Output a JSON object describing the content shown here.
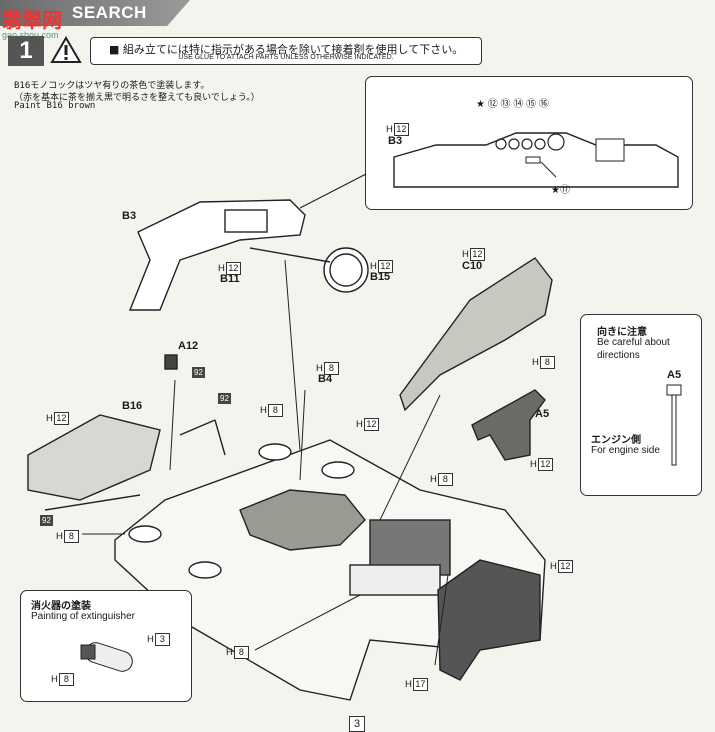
{
  "header": {
    "title": "SEARCH",
    "logo": "翡翠网",
    "logo_url": "gao.shou.com"
  },
  "step": {
    "number": "1"
  },
  "notice": {
    "jp": "■ 組み立てには特に指示がある場合を除いて接着剤を使用して下さい。",
    "en": "USE GLUE TO ATTACH PARTS UNLESS OTHERWISE INDICATED."
  },
  "note": {
    "line1": "B16モノコックはツヤ有りの茶色で塗装します。",
    "line2": "（赤を基本に茶を揃え黒で明るさを整えても良いでしょう。）",
    "line3": "Paint B16 brown"
  },
  "dash_callout": {
    "code_h": "H",
    "code_num": "12",
    "part": "B3",
    "gauges": [
      "⑫",
      "⑬",
      "⑭",
      "⑮",
      "⑯"
    ],
    "star_decal": "⑰"
  },
  "parts": {
    "b3": "B3",
    "b11": "B11",
    "b15": "B15",
    "c10": "C10",
    "a12": "A12",
    "b4": "B4",
    "b16": "B16",
    "a5": "A5",
    "h": "H",
    "n12": "12",
    "n8": "8",
    "n17": "17",
    "n3": "3",
    "n92": "92"
  },
  "direction_callout": {
    "jp1": "向きに注意",
    "en1": "Be careful about",
    "en2": "directions",
    "part": "A5",
    "jp2": "エンジン側",
    "en3": "For engine side"
  },
  "extinguisher": {
    "jp": "消火器の塗装",
    "en": "Painting of extinguisher"
  },
  "page": {
    "number": "3"
  }
}
